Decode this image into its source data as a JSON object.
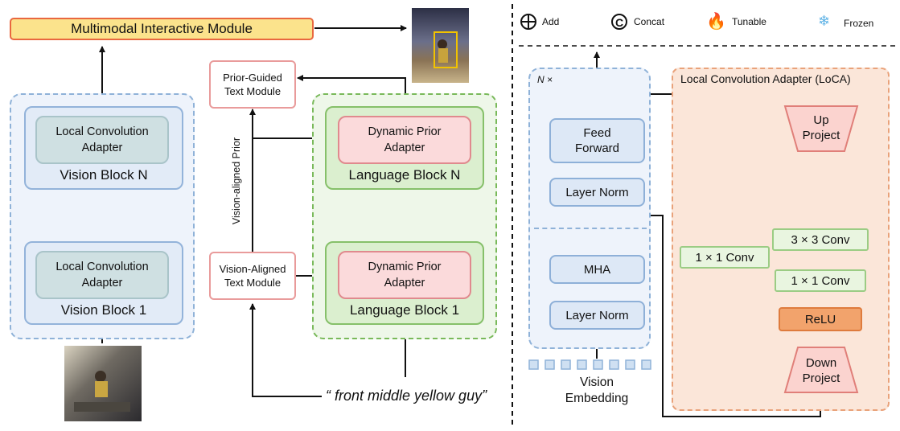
{
  "mim": {
    "label": "Multimodal Interactive Module"
  },
  "vision": {
    "block_n": {
      "label": "Vision Block N",
      "adapter": [
        "Local Convolution",
        "Adapter"
      ]
    },
    "block_1": {
      "label": "Vision Block 1",
      "adapter": [
        "Local Convolution",
        "Adapter"
      ]
    }
  },
  "language": {
    "block_n": {
      "label": "Language Block N",
      "adapter": [
        "Dynamic Prior",
        "Adapter"
      ]
    },
    "block_1": {
      "label": "Language Block 1",
      "adapter": [
        "Dynamic Prior",
        "Adapter"
      ]
    }
  },
  "prior_guided": {
    "lines": [
      "Prior-Guided",
      "Text Module"
    ]
  },
  "vision_aligned": {
    "lines": [
      "Vision-Aligned",
      "Text Module"
    ]
  },
  "vision_aligned_prior": {
    "label": "Vision-aligned Prior"
  },
  "query": {
    "text": "“ front middle yellow guy”"
  },
  "legend": {
    "add": "Add",
    "concat": "Concat",
    "tunable": "Tunable",
    "frozen": "Frozen"
  },
  "transformer": {
    "repeat": "N ×",
    "feed_forward": [
      "Feed",
      "Forward"
    ],
    "layer_norm_top": "Layer Norm",
    "mha": "MHA",
    "layer_norm_bottom": "Layer Norm",
    "vision_embedding": [
      "Vision",
      "Embedding"
    ]
  },
  "loca": {
    "title": "Local Convolution Adapter (LoCA)",
    "up_project": [
      "Up",
      "Project"
    ],
    "down_project": [
      "Down",
      "Project"
    ],
    "conv3": "3 × 3 Conv",
    "conv1_right": "1 × 1 Conv",
    "conv1_left": "1 × 1 Conv",
    "relu": "ReLU"
  },
  "colors": {
    "tunable_flame": "#f26a1b",
    "frozen": "#5fb3e6",
    "mim_fill": "#fbe38c",
    "mim_border": "#e9683f"
  }
}
